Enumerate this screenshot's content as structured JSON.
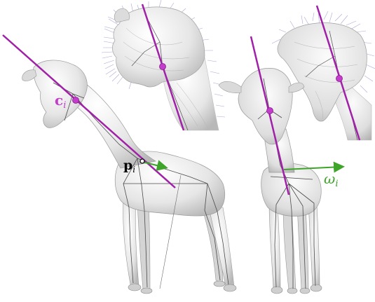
{
  "labels": {
    "center_main": "c",
    "center_sub": "i",
    "point_main": "p",
    "point_sub": "i",
    "angular_main": "ω",
    "angular_sub": "i"
  },
  "colors": {
    "axis": "#a020a8",
    "center": "#c43ccc",
    "angular": "#3ea42a",
    "mesh_fill": "#eeeeee",
    "mesh_stroke": "#9a9a9a",
    "skeleton": "#4a4a4a",
    "normals": "#8a8ec8"
  },
  "icons": {
    "center_marker": "magenta-dot-icon",
    "point_marker": "hollow-circle-icon",
    "angular_arrow": "green-arrow-icon"
  }
}
